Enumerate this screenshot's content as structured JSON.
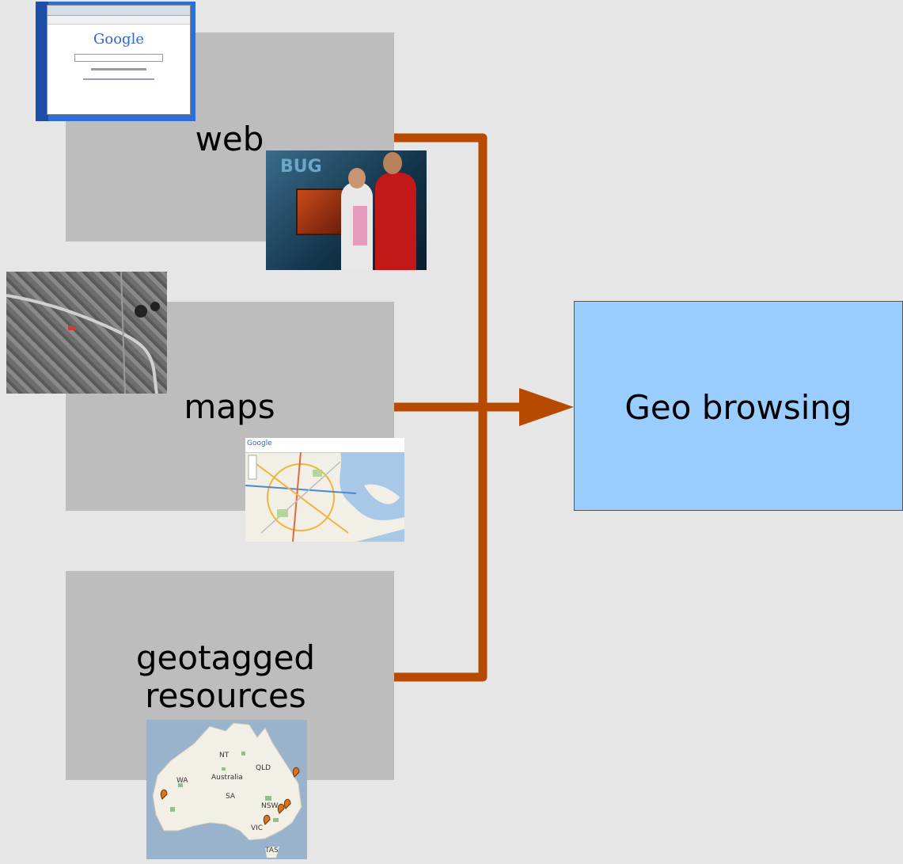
{
  "sources": [
    {
      "id": "web",
      "label": "web"
    },
    {
      "id": "maps",
      "label": "maps"
    },
    {
      "id": "geotagged",
      "label": "geotagged\nresources"
    }
  ],
  "target": {
    "label": "Geo browsing"
  },
  "colors": {
    "background": "#e6e6e6",
    "source_box": "#bdbdbd",
    "target_box": "#99ccff",
    "connector": "#b84a00"
  },
  "thumbnails": {
    "web_screenshot": {
      "icon": "browser-screenshot",
      "text": "Google"
    },
    "people_photo": {
      "icon": "photo",
      "text": "BUG"
    },
    "aerial_photo": {
      "icon": "aerial-map"
    },
    "street_map": {
      "icon": "street-map",
      "text": "Google"
    },
    "australia_map": {
      "icon": "australia-map",
      "regions": [
        "NT",
        "QLD",
        "WA",
        "Australia",
        "SA",
        "NSW",
        "VIC",
        "TAS"
      ]
    }
  }
}
